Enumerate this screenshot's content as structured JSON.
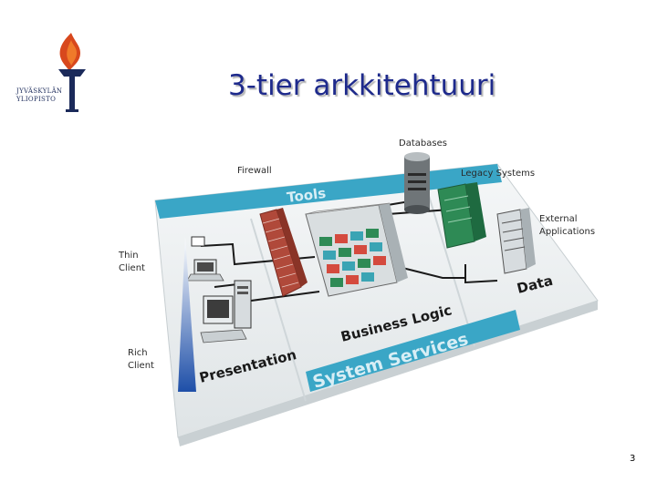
{
  "slide": {
    "title": "3-tier arkkitehtuuri",
    "page_number": "3"
  },
  "logo": {
    "text_line1": "JYVÄSKYLÄN",
    "text_line2": "YLIOPISTO"
  },
  "diagram": {
    "labels": {
      "databases": "Databases",
      "firewall": "Firewall",
      "legacy_systems": "Legacy Systems",
      "external_line1": "External",
      "external_line2": "Applications",
      "thin_line1": "Thin",
      "thin_line2": "Client",
      "rich_line1": "Rich",
      "rich_line2": "Client",
      "tools": "Tools",
      "data": "Data",
      "business_logic": "Business Logic",
      "presentation": "Presentation",
      "system_services": "System Services"
    },
    "colors": {
      "tools_band": "#3aa6c6",
      "services_band": "#3aa6c6",
      "platform": "#eef1f2",
      "firewall_brick": "#b0493a",
      "server_green": "#2e8a55",
      "slot_red": "#d44a3e",
      "slot_teal": "#3aa4b4",
      "client_blue": "#1e4fa8"
    }
  }
}
